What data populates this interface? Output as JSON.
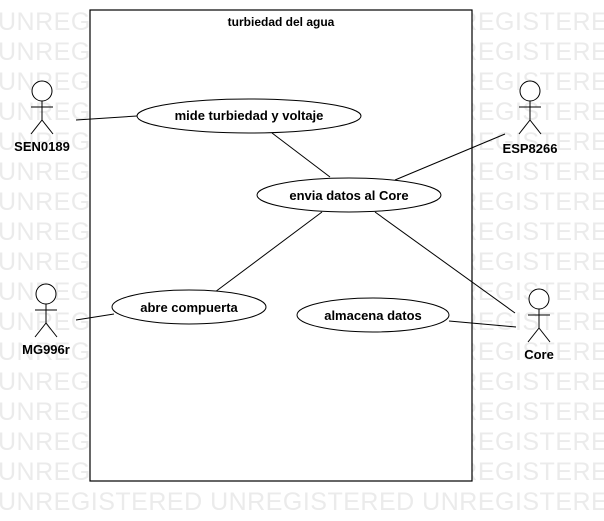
{
  "diagram": {
    "system_title": "turbiedad del agua",
    "watermark_text": "UNREGISTERED"
  },
  "actors": [
    {
      "id": "sen0189",
      "label": "SEN0189"
    },
    {
      "id": "esp8266",
      "label": "ESP8266"
    },
    {
      "id": "mg996r",
      "label": "MG996r"
    },
    {
      "id": "core",
      "label": "Core"
    }
  ],
  "use_cases": [
    {
      "id": "mide",
      "label": "mide turbiedad y voltaje"
    },
    {
      "id": "envia",
      "label": "envia datos al  Core"
    },
    {
      "id": "abre",
      "label": "abre compuerta"
    },
    {
      "id": "almacena",
      "label": "almacena datos"
    }
  ],
  "associations": [
    {
      "from": "sen0189",
      "to": "mide"
    },
    {
      "from": "mide",
      "to": "envia"
    },
    {
      "from": "esp8266",
      "to": "envia"
    },
    {
      "from": "envia",
      "to": "abre"
    },
    {
      "from": "envia",
      "to": "core"
    },
    {
      "from": "mg996r",
      "to": "abre"
    },
    {
      "from": "almacena",
      "to": "core"
    }
  ],
  "colors": {
    "stroke": "#000000",
    "fill": "#ffffff",
    "watermark": "#ebebeb"
  }
}
